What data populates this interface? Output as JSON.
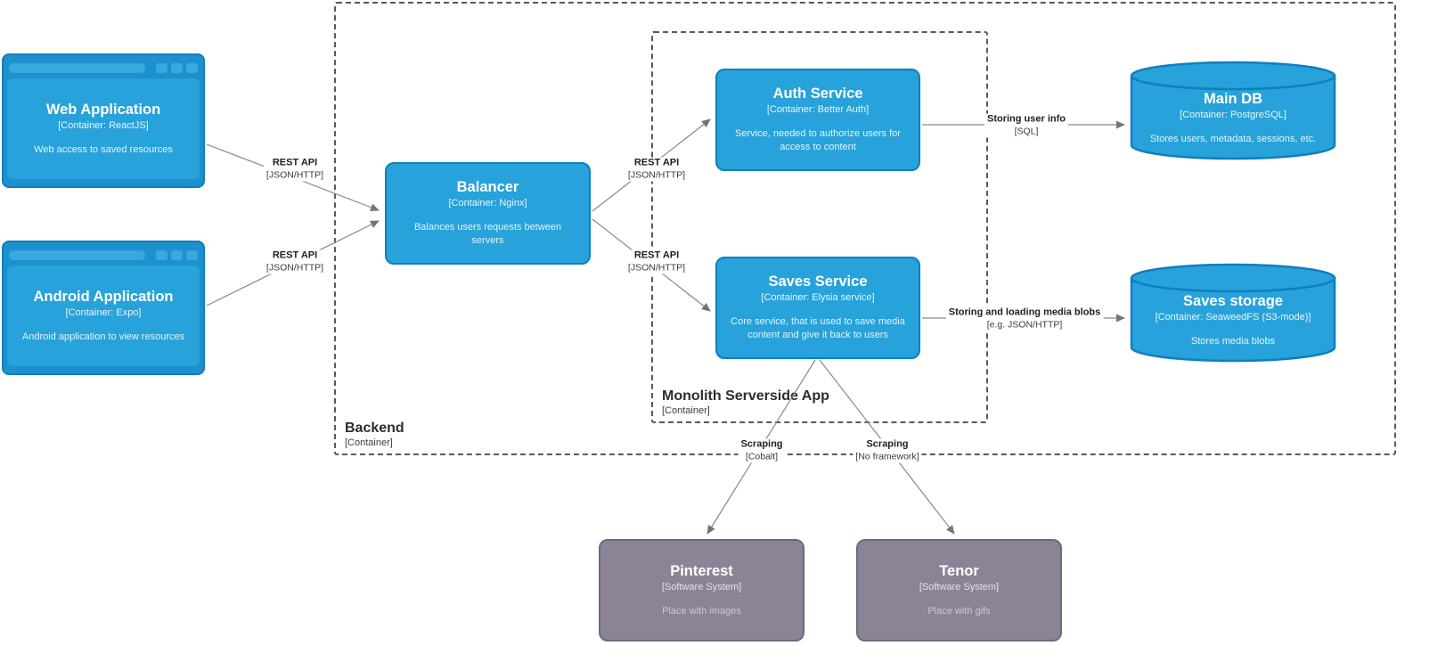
{
  "diagram": {
    "title": "C4 container diagram",
    "colors": {
      "container_fill": "#27a2da",
      "container_border": "#0f7fbe",
      "browser_frame": "#1d90ce",
      "external_fill": "#8c8496",
      "external_border": "#6e6880",
      "edge": "#8a8a8a",
      "group_border": "#595959"
    },
    "groups": {
      "backend": {
        "title": "Backend",
        "tech": "[Container]"
      },
      "monolith": {
        "title": "Monolith Serverside App",
        "tech": "[Container]"
      }
    },
    "nodes": {
      "web_app": {
        "title": "Web Application",
        "tech": "[Container: ReactJS]",
        "desc": "Web access to saved resources"
      },
      "android_app": {
        "title": "Android Application",
        "tech": "[Container: Expo]",
        "desc": "Android application to view resources"
      },
      "balancer": {
        "title": "Balancer",
        "tech": "[Container: Nginx]",
        "desc": "Balances users requests between servers"
      },
      "auth_service": {
        "title": "Auth Service",
        "tech": "[Container: Better Auth]",
        "desc": "Service, needed to authorize users for access to content"
      },
      "saves_service": {
        "title": "Saves Service",
        "tech": "[Container: Elysia service]",
        "desc": "Core service, that is used to save media content and give it back to users"
      },
      "main_db": {
        "title": "Main DB",
        "tech": "[Container: PostgreSQL]",
        "desc": "Stores users, metadata, sessions, etc."
      },
      "saves_storage": {
        "title": "Saves storage",
        "tech": "[Container: SeaweedFS (S3-mode)]",
        "desc": "Stores media blobs"
      },
      "pinterest": {
        "title": "Pinterest",
        "tech": "[Software System]",
        "desc": "Place with images"
      },
      "tenor": {
        "title": "Tenor",
        "tech": "[Software System]",
        "desc": "Place with gifs"
      }
    },
    "edges": {
      "web_to_balancer": {
        "label": "REST API",
        "tech": "[JSON/HTTP]"
      },
      "android_to_balancer": {
        "label": "REST API",
        "tech": "[JSON/HTTP]"
      },
      "balancer_to_auth": {
        "label": "REST API",
        "tech": "[JSON/HTTP]"
      },
      "balancer_to_saves": {
        "label": "REST API",
        "tech": "[JSON/HTTP]"
      },
      "auth_to_maindb": {
        "label": "Storing user info",
        "tech": "[SQL]"
      },
      "saves_to_storage": {
        "label": "Storing and loading media blobs",
        "tech": "[e.g. JSON/HTTP]"
      },
      "saves_to_pinterest": {
        "label": "Scraping",
        "tech": "[Cobalt]"
      },
      "saves_to_tenor": {
        "label": "Scraping",
        "tech": "[No framework]"
      }
    }
  }
}
